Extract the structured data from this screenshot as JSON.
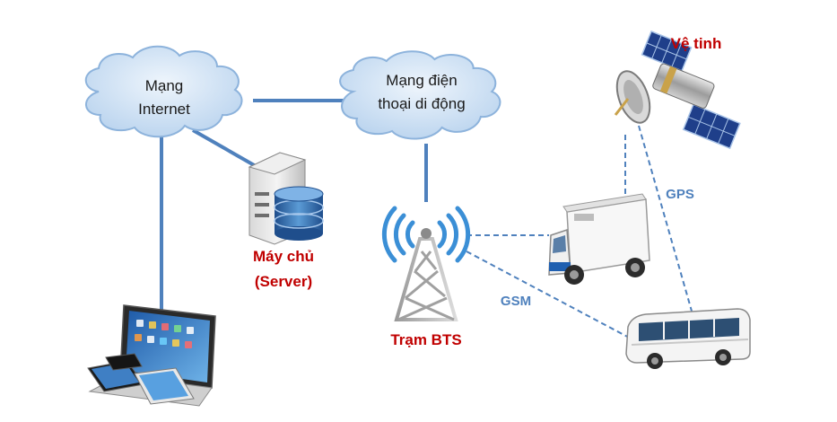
{
  "nodes": {
    "internet_cloud": {
      "line1": "Mạng",
      "line2": "Internet"
    },
    "mobile_cloud": {
      "line1": "Mạng điện",
      "line2": "thoại di động"
    },
    "server": {
      "line1": "Máy chủ",
      "line2": "(Server)"
    },
    "bts": {
      "label": "Trạm BTS"
    },
    "satellite": {
      "label": "Vệ tinh"
    }
  },
  "links": {
    "gps": "GPS",
    "gsm": "GSM"
  },
  "colors": {
    "node_label": "#c00000",
    "link_label": "#4f81bd",
    "solid_link": "#4f81bd",
    "dashed_link": "#4f81bd",
    "cloud_fill": "#c6dcf2",
    "cloud_stroke": "#8db3dc"
  },
  "icons": [
    "cloud-icon",
    "server-database-icon",
    "radio-tower-icon",
    "satellite-icon",
    "truck-icon",
    "bus-icon",
    "laptop-devices-icon"
  ]
}
